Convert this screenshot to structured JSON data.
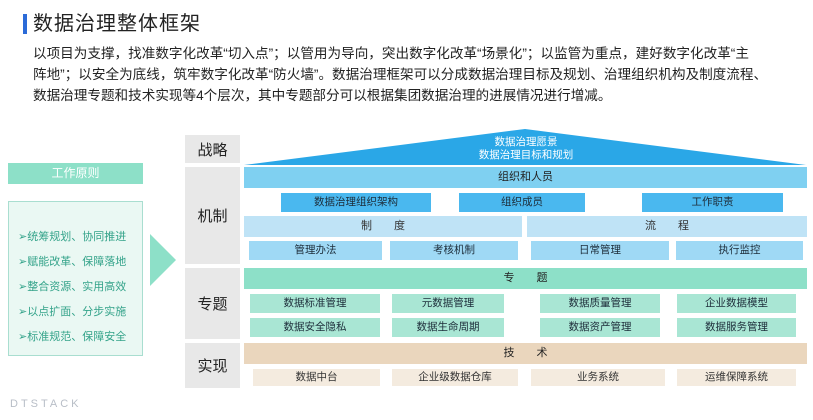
{
  "header": {
    "title": "数据治理整体框架",
    "intro_lines": [
      "以项目为支撑，找准数字化改革“切入点”；以管用为导向，突出数字化改革“场景化”；以监管为重点，建好数字化改革“主",
      "阵地”；以安全为底线，筑牢数字化改革“防火墙”。数据治理框架可以分成数据治理目标及规划、治理组织机构及制度流程、",
      "数据治理专题和技术实现等4个层次，其中专题部分可以根据集团数据治理的进展情况进行增减。"
    ]
  },
  "principles": {
    "title": "工作原则",
    "items": [
      "统筹规划、协同推进",
      "赋能改革、保障落地",
      "整合资源、实用高效",
      "以点扩面、分步实施",
      "标准规范、保障安全"
    ]
  },
  "layers": {
    "strategy": {
      "label": "战略",
      "vision": "数据治理愿景",
      "goal": "数据治理目标和规划"
    },
    "mechanism": {
      "label": "机制",
      "org_header": "组织和人员",
      "org_items": [
        "数据治理组织架构",
        "组织成员",
        "工作职责"
      ],
      "system_header": "制　　度",
      "process_header": "流　　程",
      "system_items": [
        "管理办法",
        "考核机制"
      ],
      "process_items": [
        "日常管理",
        "执行监控"
      ]
    },
    "topics": {
      "label": "专题",
      "header": "专　　题",
      "items": [
        "数据标准管理",
        "元数据管理",
        "数据质量管理",
        "企业数据模型",
        "数据安全隐私",
        "数据生命周期",
        "数据资产管理",
        "数据服务管理"
      ]
    },
    "tech": {
      "label": "实现",
      "header": "技　　术",
      "items": [
        "数据中台",
        "企业级数据仓库",
        "业务系统",
        "运维保障系统"
      ]
    }
  },
  "watermark": "DTSTACK",
  "colors": {
    "accent": "#2b6bd8",
    "blue_dark": "#2aa7e7",
    "blue_chip": "#4ab8ef",
    "green": "#8de0c8",
    "beige": "#ead6bd"
  }
}
